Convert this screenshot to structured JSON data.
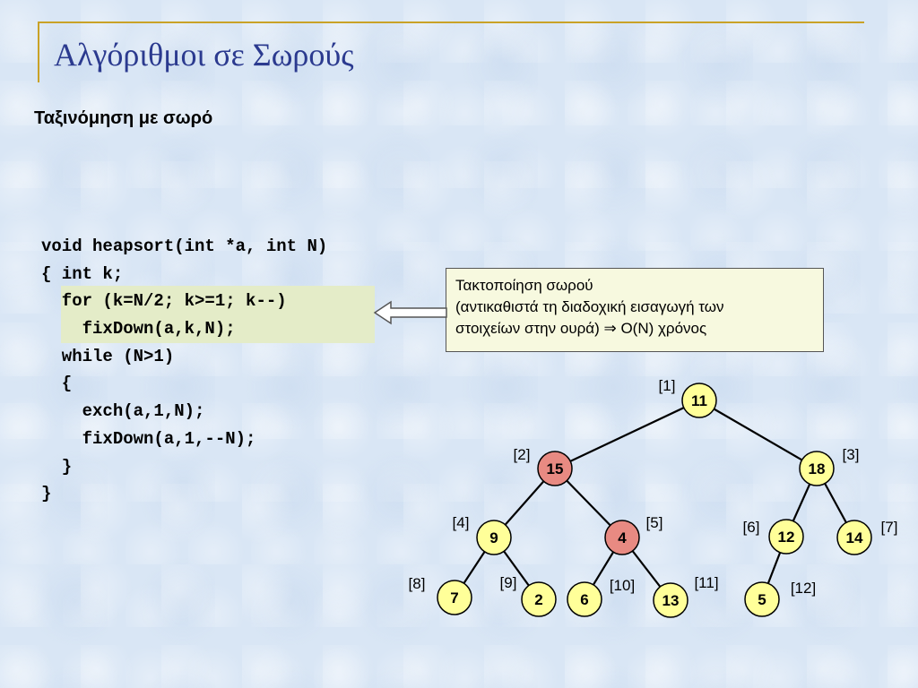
{
  "slide": {
    "title": "Αλγόριθμοι σε Σωρούς",
    "subtitle": "Ταξινόμηση με σωρό"
  },
  "code": {
    "lines": [
      "void heapsort(int *a, int N)",
      "{ int k;",
      "  for (k=N/2; k>=1; k--)",
      "    fixDown(a,k,N);",
      "  while (N>1)",
      "  {",
      "    exch(a,1,N);",
      "    fixDown(a,1,--N);",
      "  }",
      "}"
    ]
  },
  "note": {
    "line1": "Τακτοποίηση σωρού",
    "line2": "(αντικαθιστά τη διαδοχική εισαγωγή των",
    "line3": "στοιχείων στην ουρά) ⇒ Ο(Ν) χρόνος"
  },
  "colors": {
    "node_default": "#ffff99",
    "node_highlight": "#e88a82",
    "title": "#2b3a8f",
    "title_rule": "#c9a227"
  },
  "tree": {
    "nodes": [
      {
        "index": "[1]",
        "value": "11",
        "highlight": false
      },
      {
        "index": "[2]",
        "value": "15",
        "highlight": true
      },
      {
        "index": "[3]",
        "value": "18",
        "highlight": false
      },
      {
        "index": "[4]",
        "value": "9",
        "highlight": false
      },
      {
        "index": "[5]",
        "value": "4",
        "highlight": true
      },
      {
        "index": "[6]",
        "value": "12",
        "highlight": false
      },
      {
        "index": "[7]",
        "value": "14",
        "highlight": false
      },
      {
        "index": "[8]",
        "value": "7",
        "highlight": false
      },
      {
        "index": "[9]",
        "value": "2",
        "highlight": false
      },
      {
        "index": "[10]",
        "value": "6",
        "highlight": false
      },
      {
        "index": "[11]",
        "value": "13",
        "highlight": false
      },
      {
        "index": "[12]",
        "value": "5",
        "highlight": false
      }
    ]
  }
}
